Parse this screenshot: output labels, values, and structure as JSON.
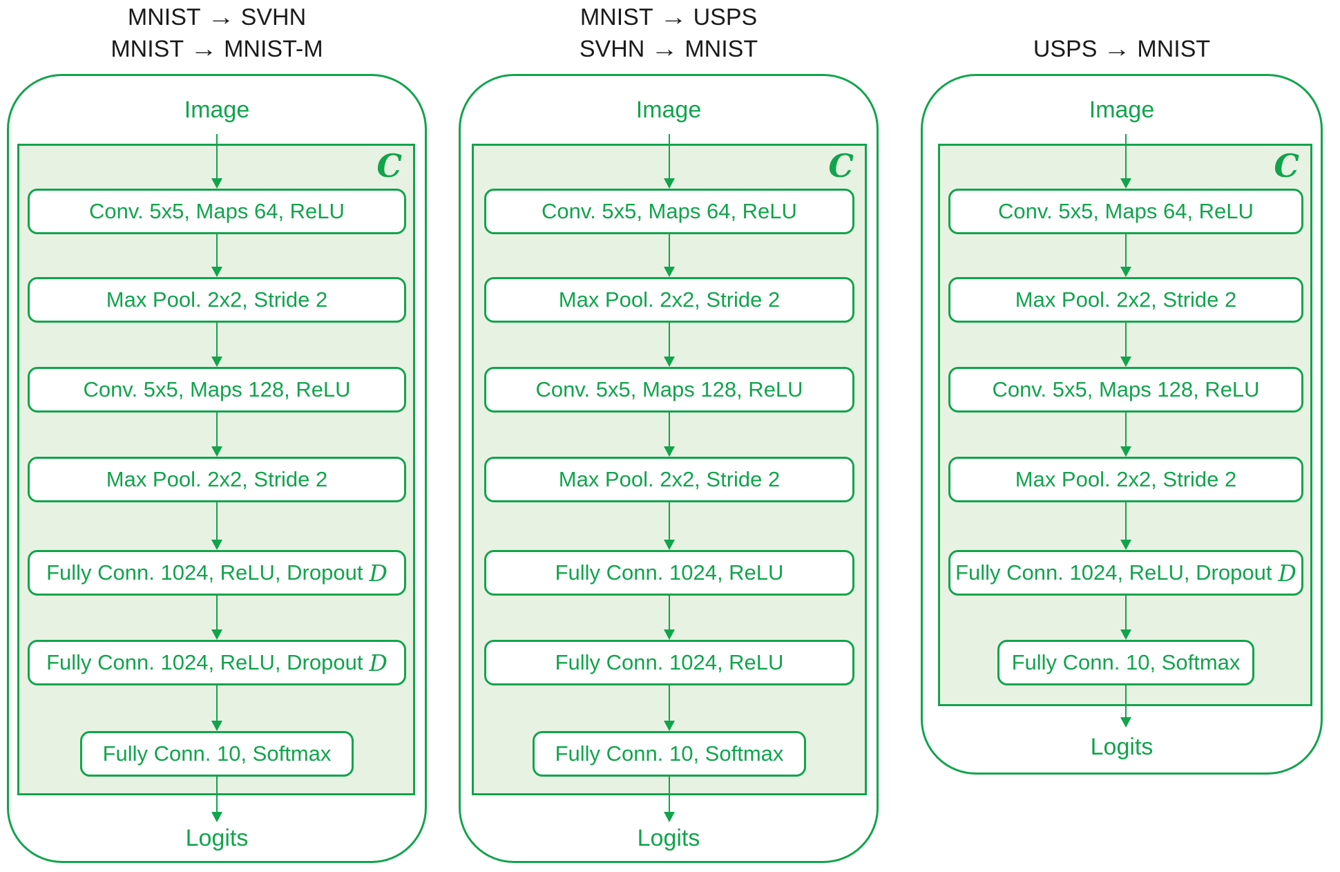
{
  "colors": {
    "green": "#10A44C",
    "panel": "#E8F2E2",
    "ink": "#1A1A1A",
    "box_bg": "#FFFFFF"
  },
  "glyphs": {
    "right_arrow": "→"
  },
  "columns": [
    {
      "titles": [
        {
          "from": "MNIST",
          "to": "SVHN"
        },
        {
          "from": "MNIST",
          "to": "MNIST-M"
        }
      ],
      "image_label": "Image",
      "classifier_label": "C",
      "logits_label": "Logits",
      "layers": [
        {
          "text": "Conv. 5x5, Maps 64, ReLU",
          "math": ""
        },
        {
          "text": "Max Pool. 2x2, Stride 2",
          "math": ""
        },
        {
          "text": "Conv. 5x5, Maps 128, ReLU",
          "math": ""
        },
        {
          "text": "Max Pool. 2x2, Stride 2",
          "math": ""
        },
        {
          "text": "Fully Conn. 1024, ReLU, Dropout",
          "math": "D"
        },
        {
          "text": "Fully Conn. 1024, ReLU, Dropout",
          "math": "D"
        },
        {
          "text": "Fully Conn. 10, Softmax",
          "math": ""
        }
      ]
    },
    {
      "titles": [
        {
          "from": "MNIST",
          "to": "USPS"
        },
        {
          "from": "SVHN",
          "to": "MNIST"
        }
      ],
      "image_label": "Image",
      "classifier_label": "C",
      "logits_label": "Logits",
      "layers": [
        {
          "text": "Conv. 5x5, Maps 64, ReLU",
          "math": ""
        },
        {
          "text": "Max Pool. 2x2, Stride 2",
          "math": ""
        },
        {
          "text": "Conv. 5x5, Maps 128, ReLU",
          "math": ""
        },
        {
          "text": "Max Pool. 2x2, Stride 2",
          "math": ""
        },
        {
          "text": "Fully Conn. 1024, ReLU",
          "math": ""
        },
        {
          "text": "Fully Conn. 1024, ReLU",
          "math": ""
        },
        {
          "text": "Fully Conn. 10, Softmax",
          "math": ""
        }
      ]
    },
    {
      "titles": [
        {
          "from": "USPS",
          "to": "MNIST"
        }
      ],
      "image_label": "Image",
      "classifier_label": "C",
      "logits_label": "Logits",
      "layers": [
        {
          "text": "Conv. 5x5, Maps 64, ReLU",
          "math": ""
        },
        {
          "text": "Max Pool. 2x2, Stride 2",
          "math": ""
        },
        {
          "text": "Conv. 5x5, Maps 128, ReLU",
          "math": ""
        },
        {
          "text": "Max Pool. 2x2, Stride 2",
          "math": ""
        },
        {
          "text": "Fully Conn. 1024, ReLU, Dropout",
          "math": "D"
        },
        {
          "text": "Fully Conn. 10, Softmax",
          "math": ""
        }
      ]
    }
  ]
}
